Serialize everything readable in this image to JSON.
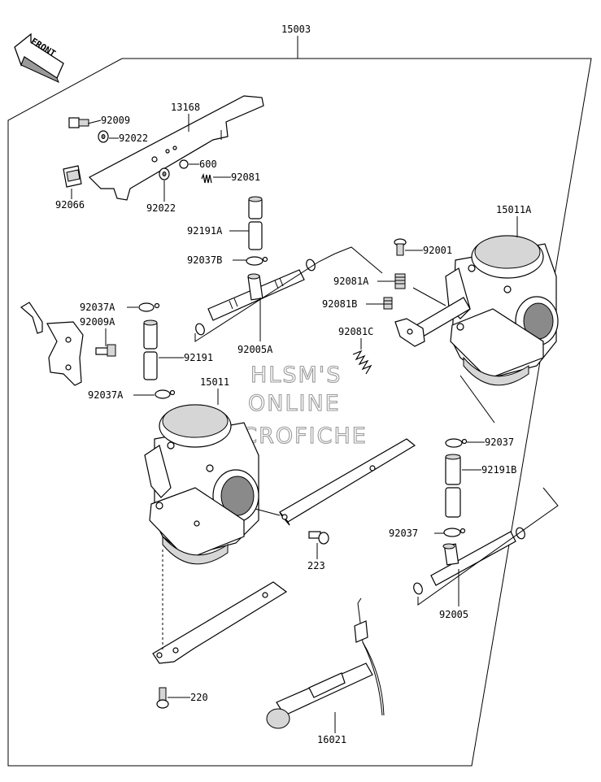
{
  "front_arrow": {
    "label": "FRONT"
  },
  "assembly": {
    "number": "15003"
  },
  "watermark": {
    "line1": "HLSM'S",
    "line2": "ONLINE",
    "line3": "MICROFICHE"
  },
  "parts": [
    {
      "id": "13168"
    },
    {
      "id": "92009"
    },
    {
      "id": "92022"
    },
    {
      "id": "600"
    },
    {
      "id": "92081"
    },
    {
      "id": "92066"
    },
    {
      "id": "92022"
    },
    {
      "id": "92191A"
    },
    {
      "id": "92037B"
    },
    {
      "id": "92037A"
    },
    {
      "id": "92009A"
    },
    {
      "id": "92191"
    },
    {
      "id": "92037A"
    },
    {
      "id": "92005A"
    },
    {
      "id": "15011"
    },
    {
      "id": "15011A"
    },
    {
      "id": "92001"
    },
    {
      "id": "92081A"
    },
    {
      "id": "92081B"
    },
    {
      "id": "92081C"
    },
    {
      "id": "92037"
    },
    {
      "id": "92191B"
    },
    {
      "id": "92037"
    },
    {
      "id": "92005"
    },
    {
      "id": "223"
    },
    {
      "id": "220"
    },
    {
      "id": "16021"
    }
  ]
}
